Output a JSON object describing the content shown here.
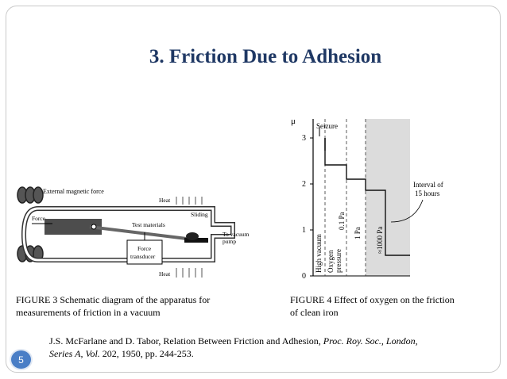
{
  "slide": {
    "title": "3. Friction Due to Adhesion",
    "page_number": "5"
  },
  "figure3": {
    "caption_line1": "FIGURE 3 Schematic diagram of the apparatus for",
    "caption_line2": "measurements of friction in a vacuum",
    "labels": {
      "external_magnetic_force": "External magnetic force",
      "heat_top": "Heat",
      "heat_bottom": "Heat",
      "force": "Force",
      "sliding": "Sliding",
      "test_materials": "Test materials",
      "to_vacuum": "To vacuum",
      "pump": "pump",
      "force_transducer_1": "Force",
      "force_transducer_2": "transducer"
    }
  },
  "figure4": {
    "caption_line1": "FIGURE 4  Effect of oxygen on the friction",
    "caption_line2": "of clean iron",
    "labels": {
      "mu": "μ",
      "seizure": "Seizure",
      "interval_1": "Interval of",
      "interval_2": "15 hours",
      "high_vacuum": "High vacuum",
      "oxygen_1": "Oxygen",
      "oxygen_2": "pressure",
      "p01": "0.1 Pa",
      "p1": "1 Pa",
      "p1000": "≈1000 Pa"
    },
    "y_ticks": [
      "0",
      "1",
      "2",
      "3"
    ]
  },
  "reference": {
    "authors": "J.S. McFarlane and D. Tabor, Relation Between Friction and Adhesion, ",
    "journal": "Proc. Roy. Soc., London,",
    "series": "Series A, Vol.",
    "details": " 202, 1950, pp. 244-253."
  }
}
